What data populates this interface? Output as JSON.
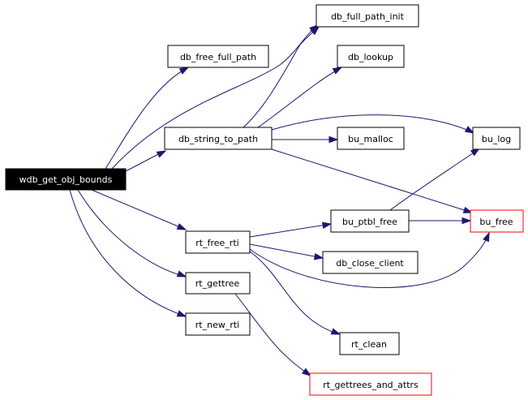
{
  "graph": {
    "nodes": {
      "wdb_get_obj_bounds": {
        "label": "wdb_get_obj_bounds",
        "style": "root"
      },
      "db_free_full_path": {
        "label": "db_free_full_path",
        "style": "normal"
      },
      "db_full_path_init": {
        "label": "db_full_path_init",
        "style": "normal"
      },
      "db_lookup": {
        "label": "db_lookup",
        "style": "normal"
      },
      "db_string_to_path": {
        "label": "db_string_to_path",
        "style": "normal"
      },
      "bu_malloc": {
        "label": "bu_malloc",
        "style": "normal"
      },
      "bu_log": {
        "label": "bu_log",
        "style": "normal"
      },
      "rt_free_rti": {
        "label": "rt_free_rti",
        "style": "normal"
      },
      "bu_ptbl_free": {
        "label": "bu_ptbl_free",
        "style": "normal"
      },
      "bu_free": {
        "label": "bu_free",
        "style": "external"
      },
      "db_close_client": {
        "label": "db_close_client",
        "style": "normal"
      },
      "rt_gettree": {
        "label": "rt_gettree",
        "style": "normal"
      },
      "rt_new_rti": {
        "label": "rt_new_rti",
        "style": "normal"
      },
      "rt_clean": {
        "label": "rt_clean",
        "style": "normal"
      },
      "rt_gettrees_and_attrs": {
        "label": "rt_gettrees_and_attrs",
        "style": "external"
      }
    },
    "edges": [
      {
        "from": "wdb_get_obj_bounds",
        "to": "db_free_full_path"
      },
      {
        "from": "wdb_get_obj_bounds",
        "to": "db_full_path_init"
      },
      {
        "from": "wdb_get_obj_bounds",
        "to": "db_string_to_path"
      },
      {
        "from": "wdb_get_obj_bounds",
        "to": "rt_free_rti"
      },
      {
        "from": "wdb_get_obj_bounds",
        "to": "rt_gettree"
      },
      {
        "from": "wdb_get_obj_bounds",
        "to": "rt_new_rti"
      },
      {
        "from": "db_string_to_path",
        "to": "db_full_path_init"
      },
      {
        "from": "db_string_to_path",
        "to": "db_lookup"
      },
      {
        "from": "db_string_to_path",
        "to": "bu_log"
      },
      {
        "from": "db_string_to_path",
        "to": "bu_malloc"
      },
      {
        "from": "db_string_to_path",
        "to": "bu_free"
      },
      {
        "from": "rt_free_rti",
        "to": "bu_ptbl_free"
      },
      {
        "from": "rt_free_rti",
        "to": "db_close_client"
      },
      {
        "from": "rt_free_rti",
        "to": "bu_free"
      },
      {
        "from": "rt_free_rti",
        "to": "rt_clean"
      },
      {
        "from": "bu_ptbl_free",
        "to": "bu_log"
      },
      {
        "from": "bu_ptbl_free",
        "to": "bu_free"
      },
      {
        "from": "rt_gettree",
        "to": "rt_gettrees_and_attrs"
      }
    ],
    "colors": {
      "edge": "#191970",
      "root_fill": "#000000",
      "root_text": "#ffffff",
      "node_border": "#000000",
      "external_border": "#ff0000"
    }
  }
}
